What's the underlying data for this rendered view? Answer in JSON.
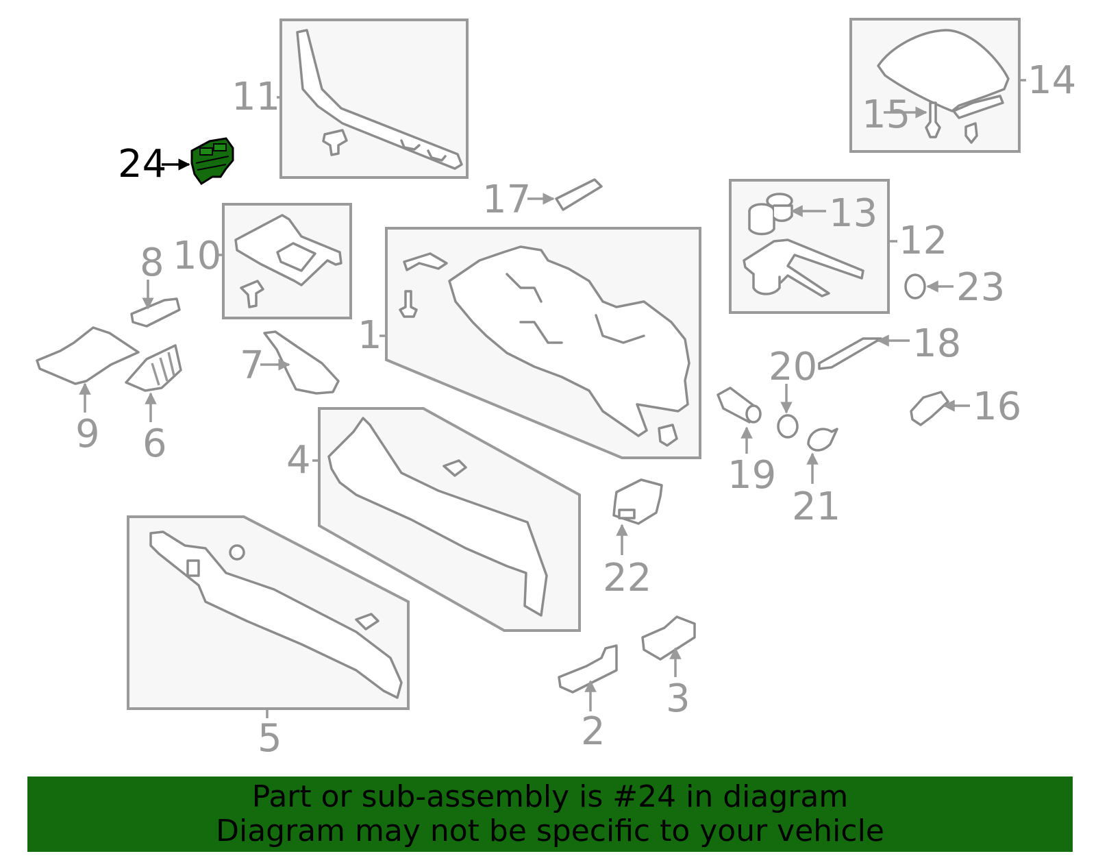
{
  "diagram": {
    "callouts": [
      "1",
      "2",
      "3",
      "4",
      "5",
      "6",
      "7",
      "8",
      "9",
      "10",
      "11",
      "12",
      "13",
      "14",
      "15",
      "16",
      "17",
      "18",
      "19",
      "20",
      "21",
      "22",
      "23",
      "24"
    ],
    "highlighted_callout": "24",
    "colors": {
      "highlight": "#136b0d",
      "line": "#9a9a9a",
      "text": "#999999",
      "box_fill": "#f7f7f7"
    }
  },
  "banner": {
    "line1": "Part or sub-assembly is #24 in diagram",
    "line2": "Diagram may not be specific to your vehicle"
  }
}
